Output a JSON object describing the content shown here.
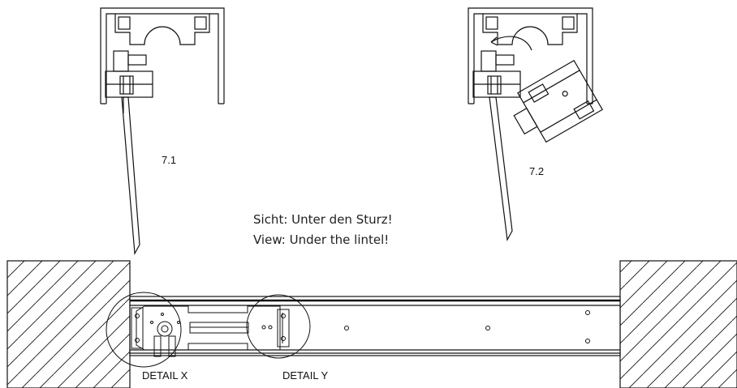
{
  "figure": {
    "label_7_1": "7.1",
    "label_7_2": "7.2",
    "view_de": "Sicht: Unter den Sturz!",
    "view_en": "View: Under the lintel!",
    "detail_x": "DETAIL X",
    "detail_y": "DETAIL Y"
  },
  "colors": {
    "line": "#111111",
    "background": "#ffffff"
  }
}
